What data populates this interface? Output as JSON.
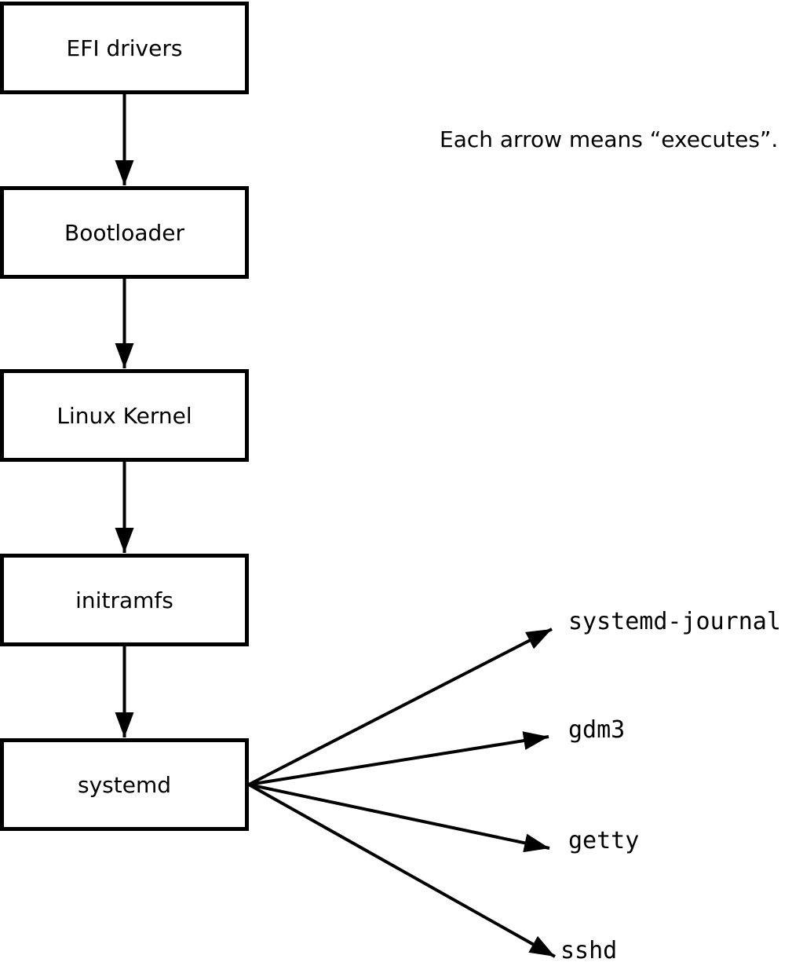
{
  "note": {
    "text": "Each arrow means “executes”."
  },
  "diagram": {
    "boxes": [
      {
        "label": "EFI drivers"
      },
      {
        "label": "Bootloader"
      },
      {
        "label": "Linux Kernel"
      },
      {
        "label": "initramfs"
      },
      {
        "label": "systemd"
      }
    ],
    "branches": [
      {
        "label": "systemd-journal"
      },
      {
        "label": "gdm3"
      },
      {
        "label": "getty"
      },
      {
        "label": "sshd"
      }
    ]
  },
  "colors": {
    "stroke": "#000000",
    "box_fill": "#ffffff",
    "background": "#ffffff"
  }
}
